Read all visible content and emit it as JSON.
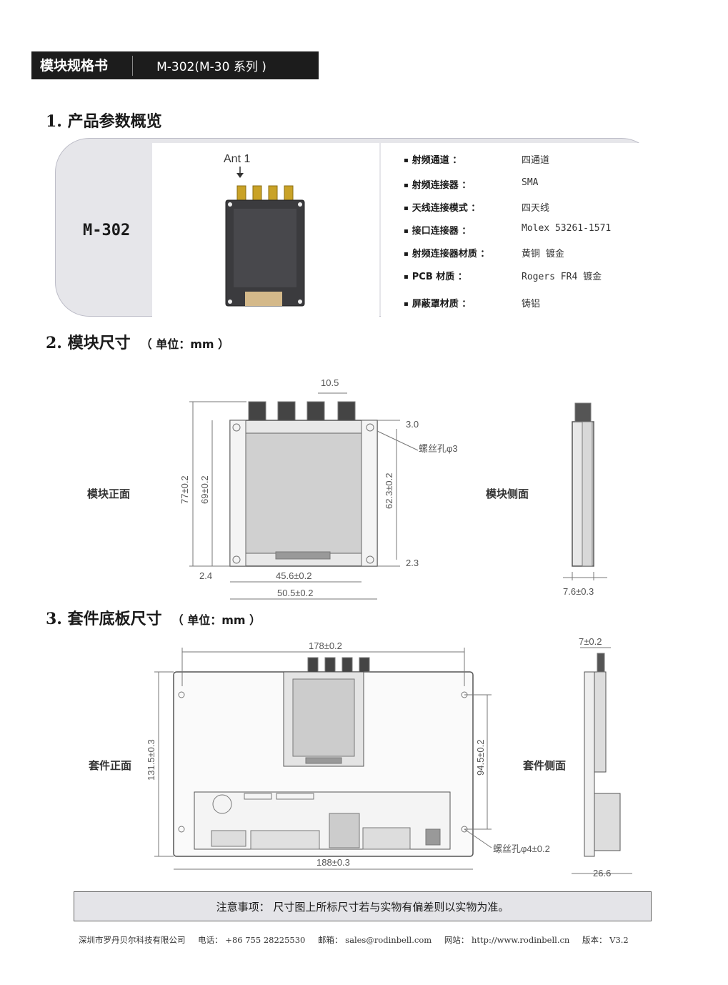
{
  "header": {
    "title": "模块规格书",
    "model_series": "M-302(M-30 系列 )"
  },
  "section1": {
    "title": "1. 产品参数概览",
    "model": "M-302",
    "ant_label": "Ant 1"
  },
  "specs": [
    {
      "k": "射频通道 ：",
      "v": "四通道"
    },
    {
      "k": "射频连接器 ：",
      "v": "SMA"
    },
    {
      "k": "天线连接模式 ：",
      "v": "四天线"
    },
    {
      "k": "接口连接器 ：",
      "v": "Molex 53261-1571"
    },
    {
      "k": "射频连接器材质 ：",
      "v": "黄铜 镀金"
    },
    {
      "k": "PCB 材质 ：",
      "v": "Rogers FR4 镀金"
    },
    {
      "k": "屏蔽罩材质 ：",
      "v": "铸铝"
    }
  ],
  "section2": {
    "title": "2. 模块尺寸",
    "unit": "（ 单位：mm ）",
    "front_label": "模块正面",
    "side_label": "模块侧面",
    "dims": {
      "d1": "10.5",
      "d2": "3.0",
      "hole": "螺丝孔φ3",
      "h77": "77±0.2",
      "h69": "69±0.2",
      "h62": "62.3±0.2",
      "d3": "2.3",
      "d4": "2.4",
      "w45": "45.6±0.2",
      "w50": "50.5±0.2",
      "t76": "7.6±0.3"
    }
  },
  "section3": {
    "title": "3. 套件底板尺寸",
    "unit": "（ 单位：mm ）",
    "front_label": "套件正面",
    "side_label": "套件侧面",
    "dims": {
      "w178": "178±0.2",
      "h131": "131.5±0.3",
      "h94": "94.5±0.2",
      "hole": "螺丝孔φ4±0.2",
      "w188": "188±0.3",
      "t7": "7±0.2",
      "t26": "26.6"
    }
  },
  "notice": "注意事项：  尺寸图上所标尺寸若与实物有偏差则以实物为准。",
  "footer": {
    "company": "深圳市罗丹贝尔科技有限公司",
    "phone": "电话： +86 755 28225530",
    "email": "邮箱： sales@rodinbell.com",
    "web": "网站： http://www.rodinbell.cn",
    "version": "版本： V3.2"
  }
}
